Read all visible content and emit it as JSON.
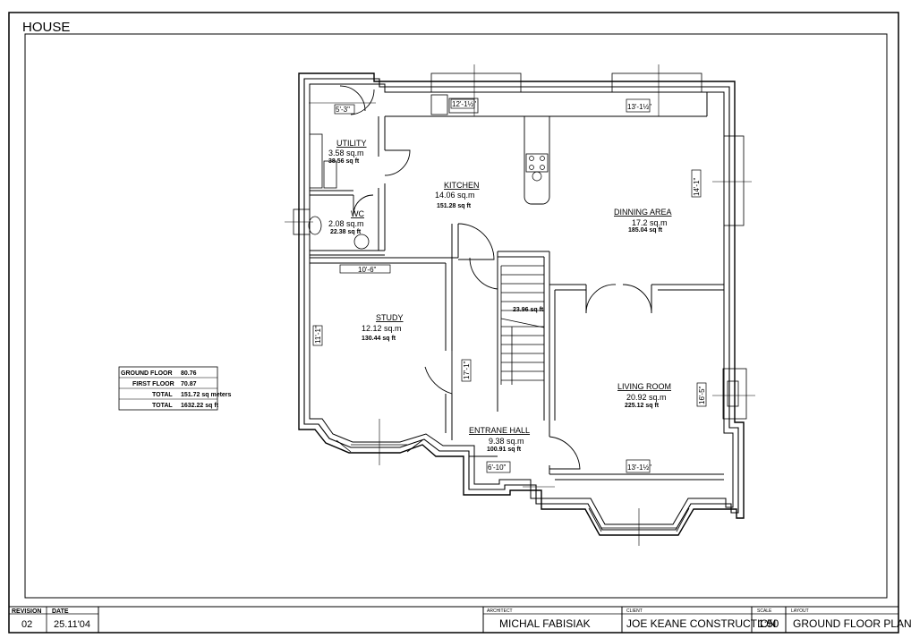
{
  "sheet_title": "HOUSE",
  "rooms": {
    "utility": {
      "name": "UTILITY",
      "sqm": "3.58 sq.m",
      "sqft": "38.56 sq ft"
    },
    "wc": {
      "name": "WC",
      "sqm": "2.08 sq.m",
      "sqft": "22.38 sq ft"
    },
    "kitchen": {
      "name": "KITCHEN",
      "sqm": "14.06 sq.m",
      "sqft": "151.28 sq ft"
    },
    "dining": {
      "name": "DINNING AREA",
      "sqm": "17.2 sq.m",
      "sqft": "185.04 sq ft"
    },
    "study": {
      "name": "STUDY",
      "sqm": "12.12 sq.m",
      "sqft": "130.44 sq ft"
    },
    "living": {
      "name": "LIVING ROOM",
      "sqm": "20.92 sq.m",
      "sqft": "225.12 sq ft"
    },
    "hall": {
      "name": "ENTRANE HALL",
      "sqm": "9.38 sq.m",
      "sqft": "100.91 sq ft"
    },
    "stairs": {
      "sqft": "23.96 sq ft"
    }
  },
  "dimensions": {
    "utility_w": "5'-3\"",
    "kitchen_w": "12'-1½\"",
    "dining_w": "13'-1½\"",
    "dining_h": "14'-1\"",
    "study_w": "10'-6\"",
    "study_h": "11'-1\"",
    "hall_h": "17'-1\"",
    "living_h": "16'-5\"",
    "living_w": "13'-1½\"",
    "porch_w": "6'-10\""
  },
  "area_table": {
    "rows": [
      {
        "label": "GROUND FLOOR",
        "value": "80.76"
      },
      {
        "label": "FIRST FLOOR",
        "value": "70.87"
      },
      {
        "label": "TOTAL",
        "value": "151.72 sq meters"
      },
      {
        "label": "TOTAL",
        "value": "1632.22 sq ft"
      }
    ]
  },
  "title_block": {
    "revision_label": "REVISION",
    "date_label": "DATE",
    "revision": "02",
    "date": "25.11'04",
    "architect_label": "ARCHITECT",
    "architect": "MICHAL FABISIAK",
    "client_label": "CLIENT",
    "client": "JOE KEANE CONSTRUCTION",
    "scale_label": "SCALE",
    "scale": "1:50",
    "layout_label": "LAYOUT",
    "layout": "GROUND FLOOR PLAN"
  }
}
